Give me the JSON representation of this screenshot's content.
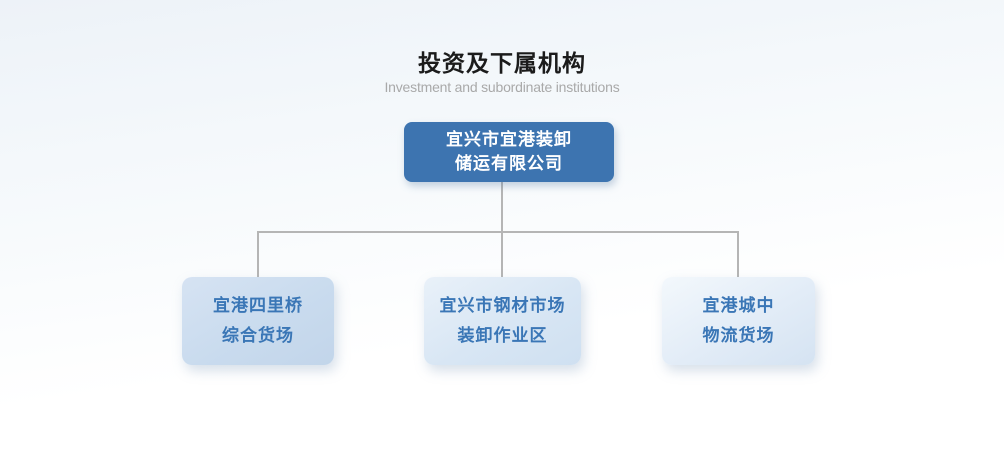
{
  "page": {
    "title": "投资及下属机构",
    "subtitle": "Investment and subordinate institutions"
  },
  "org_chart": {
    "root": {
      "line1": "宜兴市宜港装卸",
      "line2": "储运有限公司"
    },
    "children": [
      {
        "line1": "宜港四里桥",
        "line2": "综合货场"
      },
      {
        "line1": "宜兴市钢材市场",
        "line2": "装卸作业区"
      },
      {
        "line1": "宜港城中",
        "line2": "物流货场"
      }
    ]
  },
  "colors": {
    "root_box_bg": "#3d74b0",
    "root_box_text": "#ffffff",
    "child_box_bg_light": "#e9f1f9",
    "child_box_bg_dark": "#c2d5ea",
    "child_box_text": "#3a76b6",
    "connector": "#b5b5b5",
    "title_text": "#1b1b1b",
    "subtitle_text": "#a9a9a9"
  }
}
